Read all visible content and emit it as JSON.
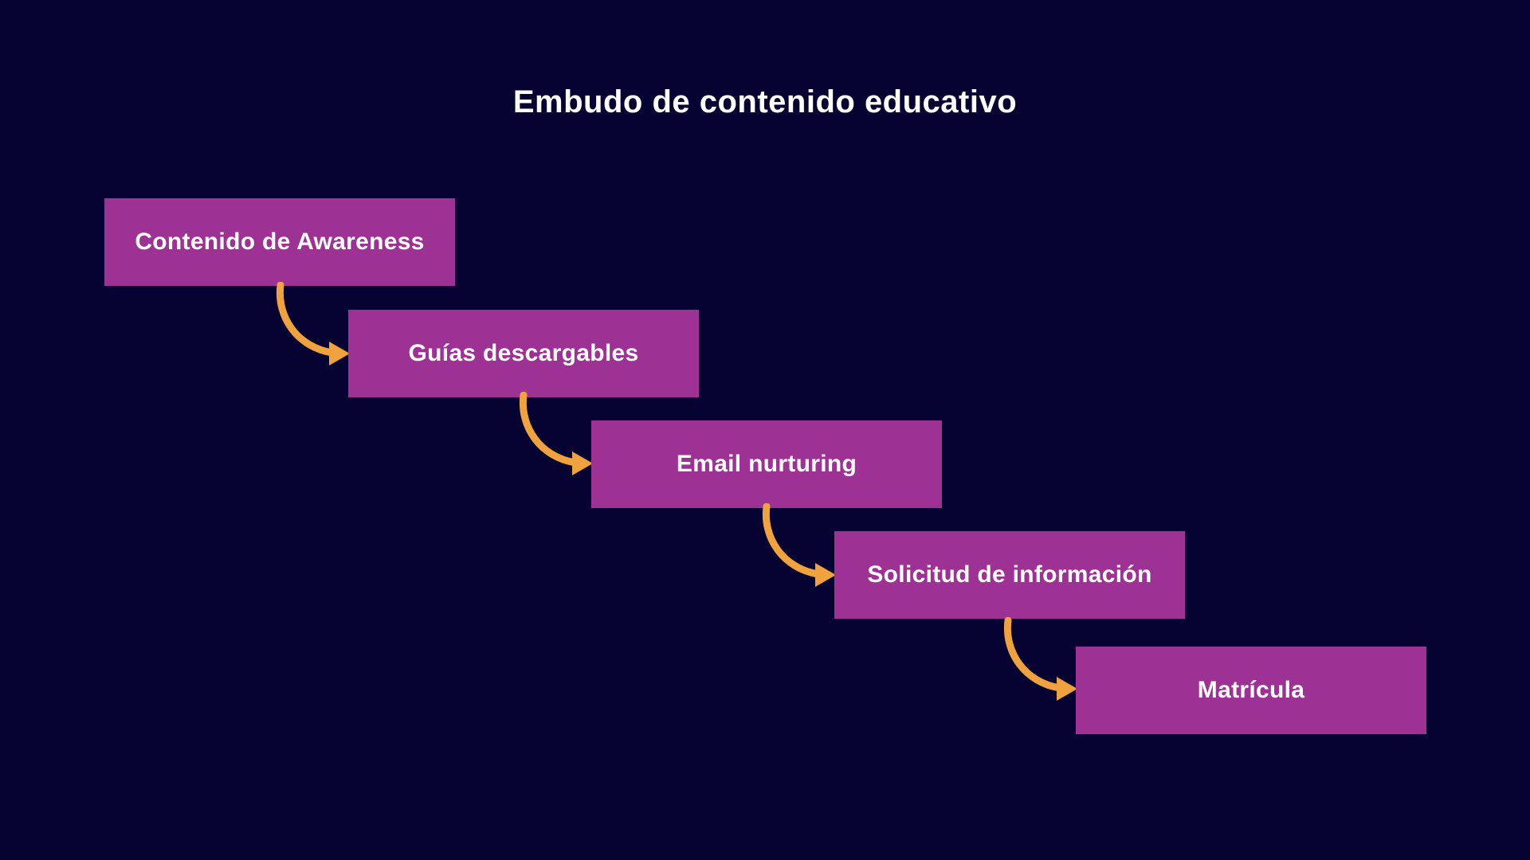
{
  "title": "Embudo de contenido educativo",
  "colors": {
    "background": "#060232",
    "box_fill": "#9d3294",
    "arrow": "#f0a23e",
    "text": "#ffffff"
  },
  "funnel_steps": [
    {
      "label": "Contenido de Awareness"
    },
    {
      "label": "Guías descargables"
    },
    {
      "label": "Email nurturing"
    },
    {
      "label": "Solicitud de información"
    },
    {
      "label": "Matrícula"
    }
  ],
  "connectors": {
    "icon": "curved-arrow-down-right",
    "count": 4
  }
}
